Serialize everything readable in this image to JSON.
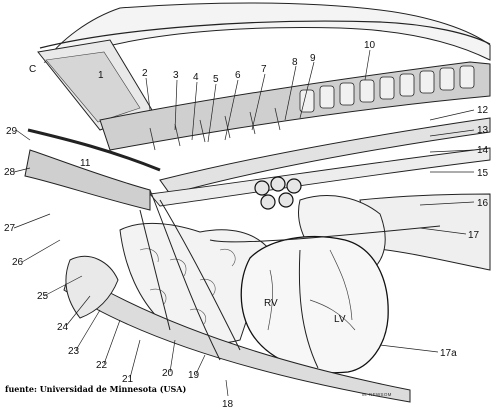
{
  "credit": "fuente: Universidad de Minnesota (USA)",
  "signature": "M. NEWSOM",
  "labels": {
    "c": "C",
    "n1": "1",
    "n2": "2",
    "n3": "3",
    "n4": "4",
    "n5": "5",
    "n6": "6",
    "n7": "7",
    "n8": "8",
    "n9": "9",
    "n10": "10",
    "n11": "11",
    "n12": "12",
    "n13": "13",
    "n14": "14",
    "n15": "15",
    "n16": "16",
    "n17": "17",
    "n17a": "17a",
    "n18": "18",
    "n19": "19",
    "n20": "20",
    "n21": "21",
    "n22": "22",
    "n23": "23",
    "n24": "24",
    "n25": "25",
    "n26": "26",
    "n27": "27",
    "n28": "28",
    "n29": "29",
    "rv": "RV",
    "lv": "LV"
  }
}
